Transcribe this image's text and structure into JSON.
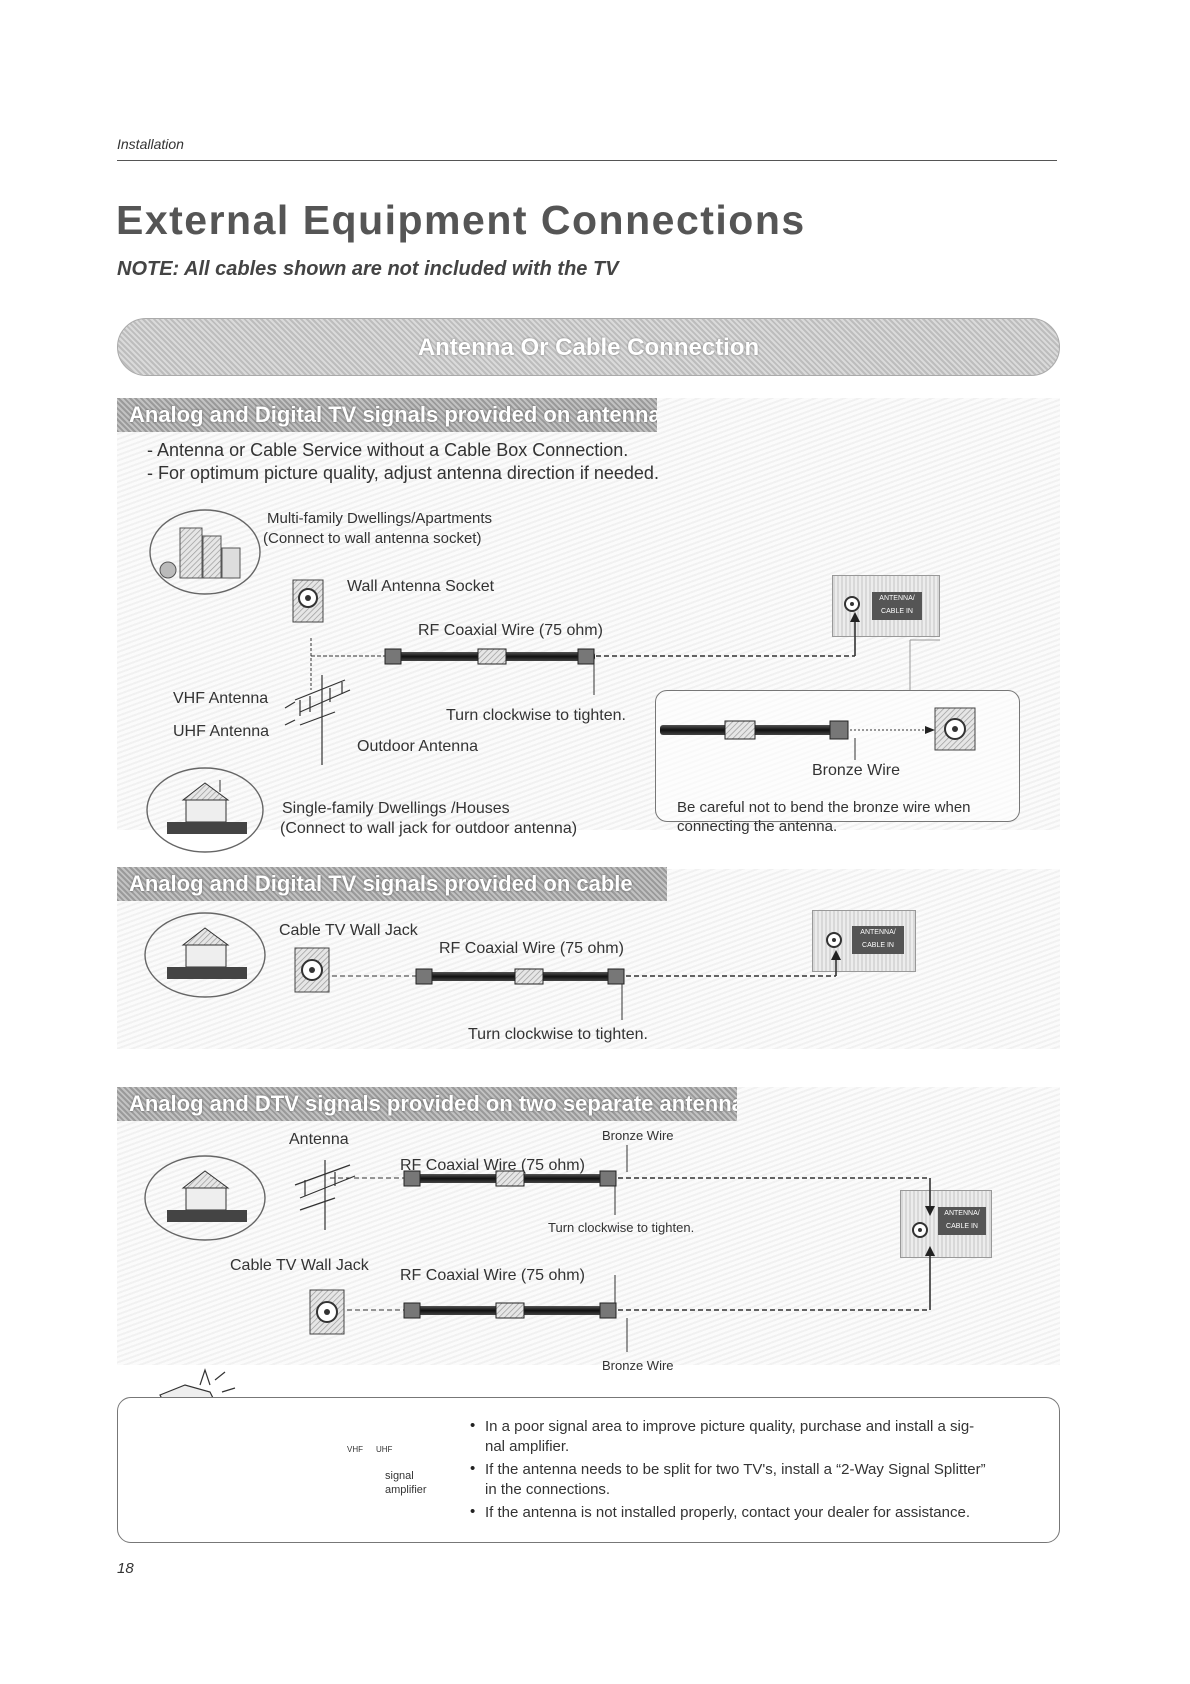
{
  "header": {
    "section_label": "Installation",
    "title": "External Equipment Connections",
    "note": "NOTE:  All cables shown are not included with the TV"
  },
  "banner": {
    "label": "Antenna Or Cable Connection"
  },
  "section1": {
    "heading": "Analog and Digital TV signals provided on antenna",
    "bullet1": "- Antenna or Cable Service without a Cable Box Connection.",
    "bullet2": "- For optimum picture quality, adjust antenna direction if needed.",
    "multifamily": "Multi-family Dwellings/Apartments",
    "multifamily_sub": "(Connect to wall antenna socket)",
    "wall_socket": "Wall Antenna Socket",
    "rf_wire": "RF Coaxial Wire (75 ohm)",
    "vhf": "VHF Antenna",
    "uhf": "UHF Antenna",
    "turn": "Turn clockwise to tighten.",
    "outdoor": "Outdoor Antenna",
    "single_family": "Single-family Dwellings /Houses",
    "single_family_sub": "(Connect to wall jack for outdoor antenna)",
    "bronze": "Bronze Wire",
    "caution1": "Be careful not to bend the bronze wire when",
    "caution2": "connecting the antenna.",
    "port_line1": "ANTENNA/",
    "port_line2": "CABLE IN"
  },
  "section2": {
    "heading": "Analog and Digital TV signals provided on cable",
    "cable_jack": "Cable TV Wall Jack",
    "rf_wire": "RF Coaxial Wire (75 ohm)",
    "turn": "Turn clockwise to tighten."
  },
  "section3": {
    "heading": "Analog and DTV signals provided on two separate antennas",
    "antenna": "Antenna",
    "bronze_top": "Bronze Wire",
    "rf_wire_top": "RF Coaxial Wire (75 ohm)",
    "turn": "Turn clockwise to tighten.",
    "cable_jack": "Cable TV Wall Jack",
    "rf_wire_bottom": "RF Coaxial Wire (75 ohm)",
    "bronze_bottom": "Bronze Wire"
  },
  "tips": {
    "vhf": "VHF",
    "uhf": "UHF",
    "signal": "signal",
    "amplifier": "amplifier",
    "tip1_a": "In a poor signal area to improve picture quality, purchase and install a sig-",
    "tip1_b": "nal amplifier.",
    "tip2_a": "If the antenna needs to be split for two TV's, install a “2-Way Signal Splitter”",
    "tip2_b": "in the connections.",
    "tip3": "If the antenna is not installed properly, contact your dealer for assistance."
  },
  "footer": {
    "page_number": "18"
  }
}
